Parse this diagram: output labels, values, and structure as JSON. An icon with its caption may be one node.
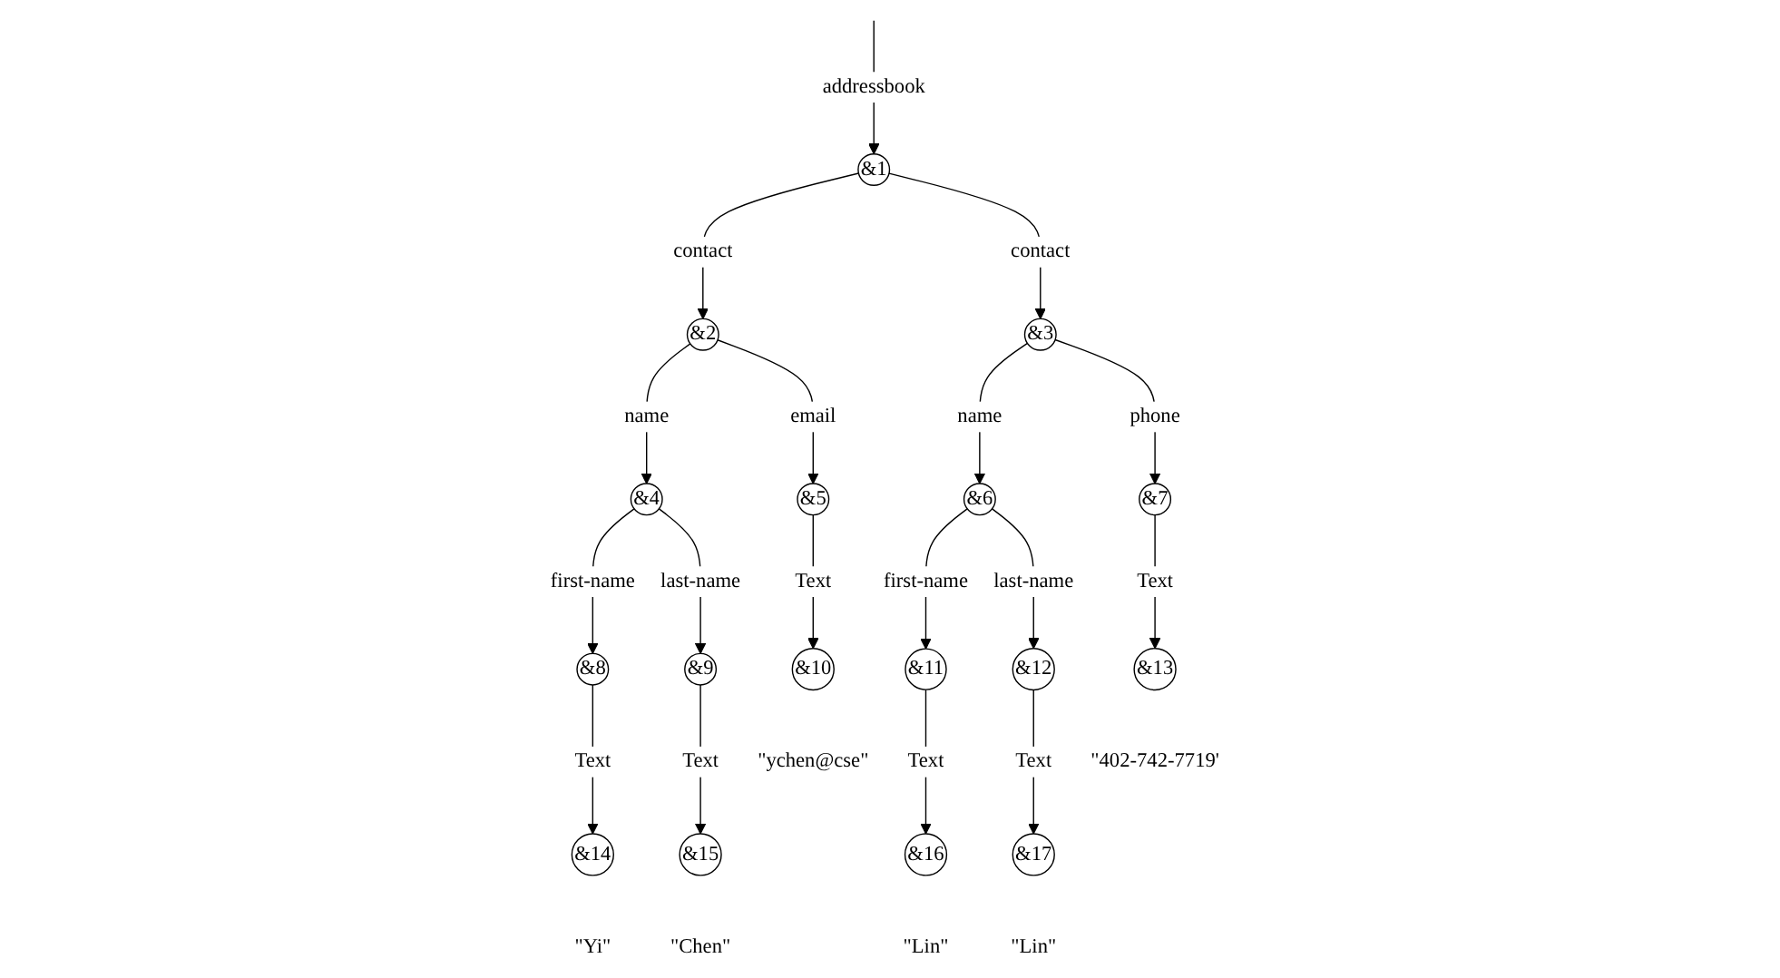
{
  "diagram": {
    "nodes": [
      {
        "text": [
          "&1"
        ]
      },
      {
        "text": [
          "&2"
        ]
      },
      {
        "text": [
          "&3"
        ]
      },
      {
        "text": [
          "&4"
        ]
      },
      {
        "text": [
          "&5"
        ]
      },
      {
        "text": [
          "&6"
        ]
      },
      {
        "text": [
          "&7"
        ]
      },
      {
        "text": [
          "&8"
        ]
      },
      {
        "text": [
          "&9"
        ]
      },
      {
        "text": [
          "&10"
        ],
        "beside": [
          "\"ychen@cse\""
        ]
      },
      {
        "text": [
          "&11"
        ]
      },
      {
        "text": [
          "&12"
        ]
      },
      {
        "text": [
          "&13"
        ],
        "beside": [
          "\"402-742-7719'"
        ]
      },
      {
        "text": [
          "&14"
        ],
        "beside": [
          "\"Yi\""
        ]
      },
      {
        "text": [
          "&15"
        ],
        "beside": [
          "\"Chen\""
        ]
      },
      {
        "text": [
          "&16"
        ],
        "beside": [
          "\"Lin\""
        ]
      },
      {
        "text": [
          "&17"
        ],
        "beside": [
          "\"Lin\""
        ]
      }
    ],
    "edges": [
      {
        "from": null,
        "to": 0,
        "arrow": "to",
        "label": "addressbook"
      },
      {
        "from": 0,
        "to": 1,
        "arrow": "to",
        "label": "contact"
      },
      {
        "from": 0,
        "to": 2,
        "arrow": "to",
        "label": "contact"
      },
      {
        "from": 1,
        "to": 3,
        "arrow": "to",
        "label": "name"
      },
      {
        "from": 1,
        "to": 4,
        "arrow": "to",
        "label": "email"
      },
      {
        "from": 2,
        "to": 5,
        "arrow": "to",
        "label": "name"
      },
      {
        "from": 2,
        "to": 6,
        "arrow": "to",
        "label": "phone"
      },
      {
        "from": 3,
        "to": 7,
        "arrow": "to",
        "label": "first-name"
      },
      {
        "from": 3,
        "to": 8,
        "arrow": "to",
        "label": "last-name"
      },
      {
        "from": 4,
        "to": 9,
        "arrow": "to",
        "label": "Text"
      },
      {
        "from": 5,
        "to": 10,
        "arrow": "to",
        "label": "first-name"
      },
      {
        "from": 5,
        "to": 11,
        "arrow": "to",
        "label": "last-name"
      },
      {
        "from": 6,
        "to": 12,
        "arrow": "to",
        "label": "Text"
      },
      {
        "from": 7,
        "to": 13,
        "arrow": "to",
        "label": "Text"
      },
      {
        "from": 8,
        "to": 14,
        "arrow": "to",
        "label": "Text"
      },
      {
        "from": 10,
        "to": 15,
        "arrow": "to",
        "label": "Text"
      },
      {
        "from": 11,
        "to": 16,
        "arrow": "to",
        "label": "Text"
      }
    ]
  }
}
